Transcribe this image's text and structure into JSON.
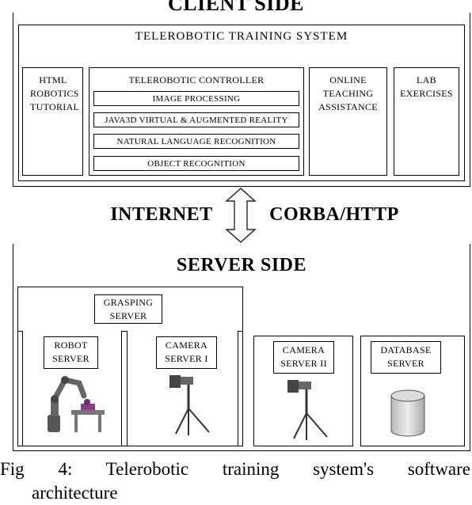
{
  "client": {
    "title": "CLIENT SIDE",
    "system_title": "TELEROBOTIC TRAINING SYSTEM",
    "html_tutorial": "HTML ROBOTICS TUTORIAL",
    "controller": {
      "title": "TELEROBOTIC CONTROLLER",
      "modules": [
        "IMAGE PROCESSING",
        "JAVA3D VIRTUAL & AUGMENTED REALITY",
        "NATURAL LANGUAGE RECOGNITION",
        "OBJECT RECOGNITION"
      ]
    },
    "online_assistance": "ONLINE TEACHING ASSISTANCE",
    "lab_exercises": "LAB EXERCISES"
  },
  "link": {
    "internet": "INTERNET",
    "protocol": "CORBA/HTTP"
  },
  "server": {
    "title": "SERVER SIDE",
    "grasping": "GRASPING SERVER",
    "robot": "ROBOT SERVER",
    "camera1": "CAMERA SERVER I",
    "camera2": "CAMERA SERVER II",
    "database": "DATABASE SERVER"
  },
  "caption": {
    "prefix": "Fig",
    "number": "4",
    "line1": "Telerobotic training system's software",
    "line2": "architecture"
  }
}
